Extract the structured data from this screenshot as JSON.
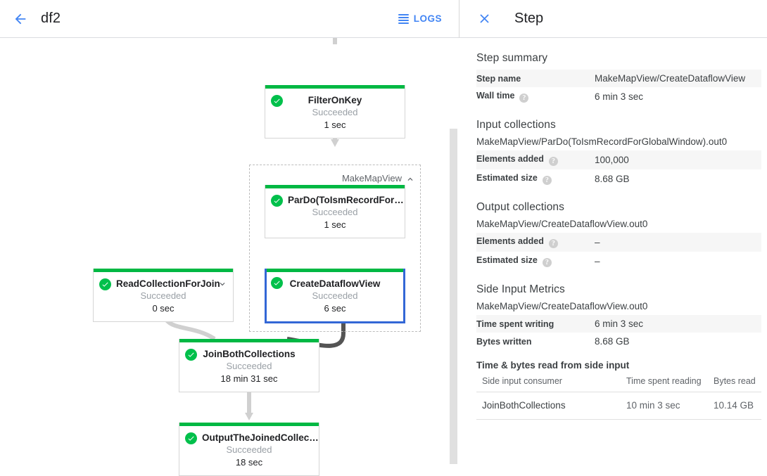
{
  "left_header": {
    "back_icon": "back-arrow-icon",
    "job_title": "df2",
    "logs_label": "LOGS",
    "logs_icon": "logs-list-icon"
  },
  "graph": {
    "group": {
      "label": "MakeMapView",
      "collapse_icon": "chevron-up-icon"
    },
    "nodes": [
      {
        "id": "filteronkey",
        "title": "FilterOnKey",
        "status": "Succeeded",
        "time": "1 sec",
        "status_icon": "check-circle-icon",
        "selected": false,
        "expandable": false
      },
      {
        "id": "pardo",
        "title": "ParDo(ToIsmRecordFor…",
        "status": "Succeeded",
        "time": "1 sec",
        "status_icon": "check-circle-icon",
        "selected": false,
        "expandable": false
      },
      {
        "id": "createdataflowview",
        "title": "CreateDataflowView",
        "status": "Succeeded",
        "time": "6 sec",
        "status_icon": "check-circle-icon",
        "selected": true,
        "expandable": false
      },
      {
        "id": "readcollectionforjoin",
        "title": "ReadCollectionForJoin",
        "status": "Succeeded",
        "time": "0 sec",
        "status_icon": "check-circle-icon",
        "selected": false,
        "expandable": true,
        "expand_icon": "chevron-down-icon"
      },
      {
        "id": "joinbothcollections",
        "title": "JoinBothCollections",
        "status": "Succeeded",
        "time": "18 min 31 sec",
        "status_icon": "check-circle-icon",
        "selected": false,
        "expandable": false
      },
      {
        "id": "outputthejoinedcollec",
        "title": "OutputTheJoinedCollec…",
        "status": "Succeeded",
        "time": "18 sec",
        "status_icon": "check-circle-icon",
        "selected": false,
        "expandable": false
      }
    ]
  },
  "right_panel": {
    "close_icon": "close-x-icon",
    "title": "Step",
    "step_summary": {
      "heading": "Step summary",
      "rows": [
        {
          "key": "Step name",
          "value": "MakeMapView/CreateDataflowView",
          "help": false
        },
        {
          "key": "Wall time",
          "value": "6 min 3 sec",
          "help": true
        }
      ]
    },
    "input_collections": {
      "heading": "Input collections",
      "collection": "MakeMapView/ParDo(ToIsmRecordForGlobalWindow).out0",
      "rows": [
        {
          "key": "Elements added",
          "value": "100,000",
          "help": true
        },
        {
          "key": "Estimated size",
          "value": "8.68 GB",
          "help": true
        }
      ]
    },
    "output_collections": {
      "heading": "Output collections",
      "collection": "MakeMapView/CreateDataflowView.out0",
      "rows": [
        {
          "key": "Elements added",
          "value": "–",
          "help": true
        },
        {
          "key": "Estimated size",
          "value": "–",
          "help": true
        }
      ]
    },
    "side_input_metrics": {
      "heading": "Side Input Metrics",
      "collection": "MakeMapView/CreateDataflowView.out0",
      "rows": [
        {
          "key": "Time spent writing",
          "value": "6 min 3 sec",
          "help": false
        },
        {
          "key": "Bytes written",
          "value": "8.68 GB",
          "help": false
        }
      ],
      "table_title": "Time & bytes read from side input",
      "columns": [
        "Side input consumer",
        "Time spent reading",
        "Bytes read"
      ],
      "rows_data": [
        [
          "JoinBothCollections",
          "10 min 3 sec",
          "10.14 GB"
        ]
      ]
    }
  },
  "colors": {
    "accent_blue": "#4285f4",
    "selected_border": "#3367d6",
    "success_green": "#00b843",
    "status_icon_green": "#00c04b",
    "text_primary": "#202124",
    "text_secondary": "#3c4043",
    "text_muted": "#9aa0a6",
    "row_shade": "#f6f6f6",
    "edge_light": "#d0d0d0",
    "edge_dark": "#545454"
  }
}
